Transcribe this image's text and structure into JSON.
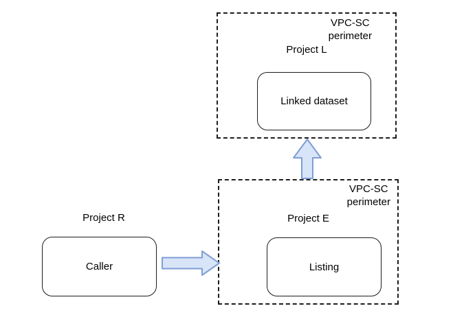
{
  "top_perimeter": {
    "perimeter_label": "VPC-SC\nperimeter",
    "project_label": "Project L",
    "node_label": "Linked dataset"
  },
  "bottom_perimeter": {
    "perimeter_label": "VPC-SC\nperimeter",
    "project_label": "Project E",
    "node_label": "Listing"
  },
  "caller_group": {
    "project_label": "Project R",
    "node_label": "Caller"
  },
  "colors": {
    "arrow_fill": "#d8e4f7",
    "arrow_stroke": "#7e9ed5",
    "dashed_border": "#1c1c1c",
    "node_border": "#1b1b1b",
    "text": "#000000"
  }
}
